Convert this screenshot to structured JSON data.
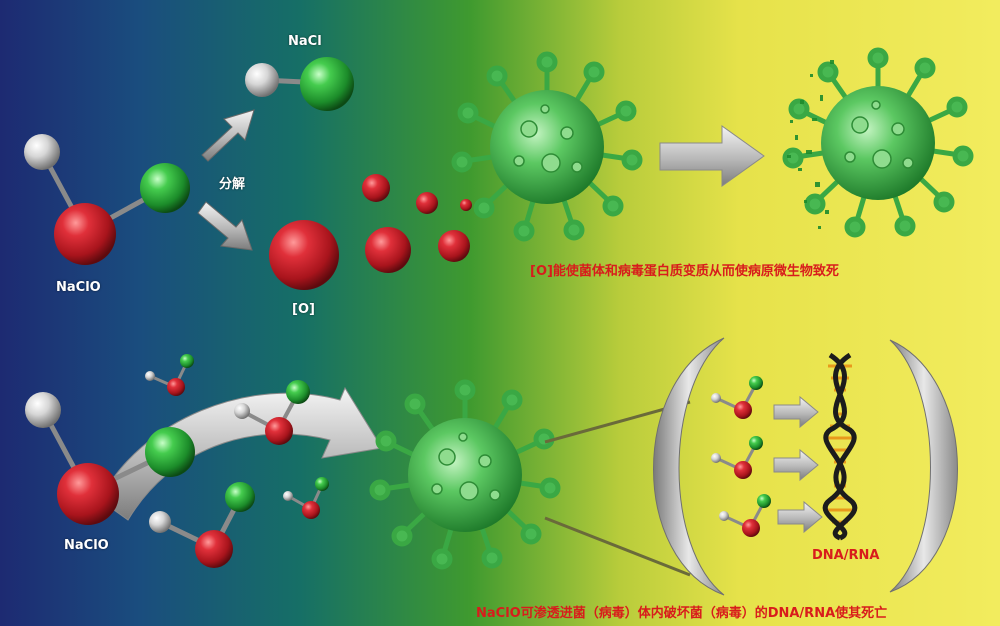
{
  "labels": {
    "nacl": "NaCl",
    "decompose": "分解",
    "naclo_top": "NaClO",
    "oxygen": "[O]",
    "naclo_bottom": "NaClO",
    "caption_top": "[O]能使菌体和病毒蛋白质变质从而使病原微生物致死",
    "dna_rna": "DNA/RNA",
    "caption_bottom": "NaClO可渗透进菌（病毒）体内破坏菌（病毒）的DNA/RNA使其死亡"
  },
  "colors": {
    "sodium_red": "#c4222a",
    "chlorine_green": "#2aa83a",
    "oxygen_white": "#dcdcdc",
    "virus_green": "#3fb04a",
    "caption_red": "#d81c1c"
  },
  "icons": [
    "virus-icon",
    "dna-helix-icon",
    "molecule-icon",
    "arrow-icon"
  ]
}
